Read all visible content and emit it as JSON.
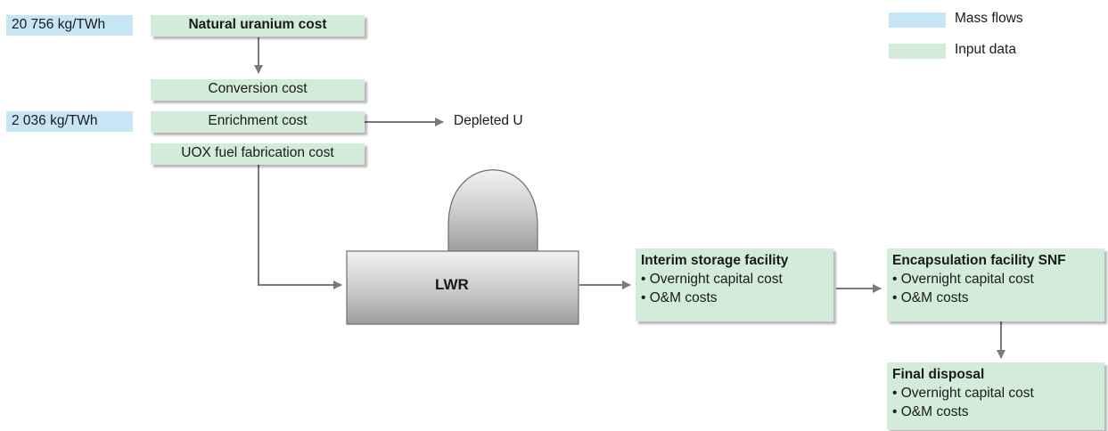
{
  "mass_flows": {
    "natural_uranium": "20 756 kg/TWh",
    "enrichment": "2 036 kg/TWh"
  },
  "front_end": {
    "natural_uranium_cost": "Natural uranium cost",
    "conversion_cost": "Conversion cost",
    "enrichment_cost": "Enrichment cost",
    "uox_fabrication_cost": "UOX fuel fabrication cost"
  },
  "depleted_u": "Depleted U",
  "reactor": {
    "label": "LWR"
  },
  "interim_storage": {
    "title": "Interim storage facility",
    "items": [
      "• Overnight capital cost",
      "• O&M costs"
    ]
  },
  "encapsulation": {
    "title": "Encapsulation facility SNF",
    "items": [
      "• Overnight capital cost",
      "• O&M costs"
    ]
  },
  "final_disposal": {
    "title": "Final disposal",
    "items": [
      "• Overnight capital cost",
      "• O&M costs"
    ]
  },
  "legend": {
    "mass_flows": "Mass flows",
    "input_data": "Input data"
  },
  "colors": {
    "mass_flow": "#c6e6f6",
    "input_data": "#d3ecd9",
    "arrow": "#7a7a7a"
  }
}
